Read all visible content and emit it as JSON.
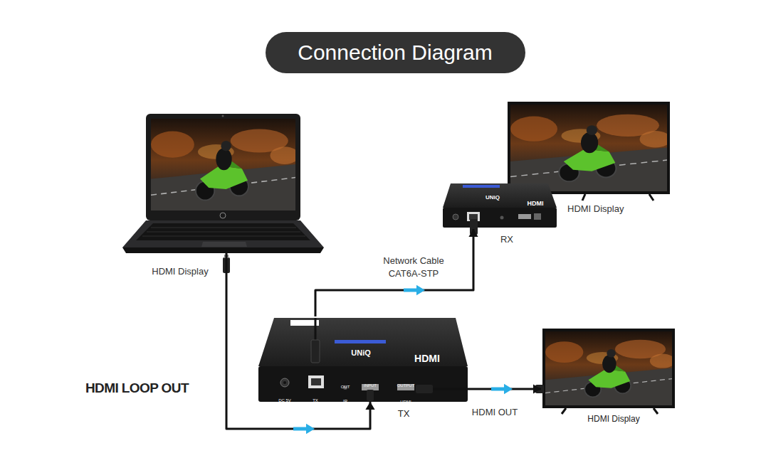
{
  "diagram": {
    "title": "Connection Diagram",
    "nodes": [
      {
        "text": [
          "HDMI Display"
        ]
      },
      {
        "text": [
          "HDMI Display"
        ]
      },
      {
        "text": [
          "RX"
        ]
      },
      {
        "text": [
          "TX"
        ]
      },
      {
        "text": [
          "HDMI Display"
        ]
      }
    ],
    "edges": [
      {
        "from": 0,
        "to": 3,
        "arrow": "to"
      },
      {
        "from": 3,
        "to": 2,
        "label": "Network Cable CAT6A-STP",
        "arrow": "to"
      },
      {
        "from": 3,
        "to": 4,
        "label": "HDMI OUT",
        "arrow": "to"
      }
    ],
    "labels": [
      "HDMI LOOP OUT",
      "UNiQ",
      "HDMI",
      "DC 5V",
      "TX",
      "OUT",
      "IR",
      "INPUT",
      "OUTPUT",
      "HDMI",
      "UNiQ",
      "HDMI"
    ]
  }
}
